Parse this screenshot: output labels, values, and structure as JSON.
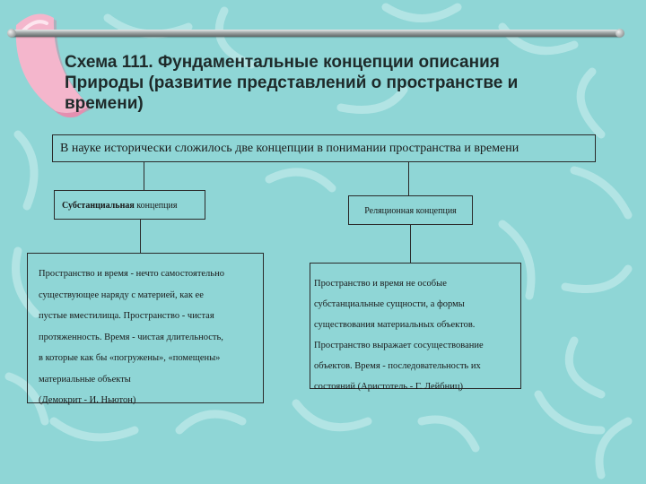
{
  "slide": {
    "title_lines": [
      "Схема 111. Фундаментальные концепции описания",
      "Природы (развитие представлений о пространстве и",
      "времени)"
    ],
    "top_box": "В науке исторически сложилось две концепции в понимании пространства и времени",
    "substantial": {
      "bold": "Субстанциальная",
      "rest": " концепция"
    },
    "relational": "Реляционная концепция",
    "left_lines": [
      "Пространство и время - нечто самостоятельно",
      "существующее наряду с материей, как ее",
      "пустые вместилища. Пространство - чистая",
      "протяженность. Время - чистая длительность,",
      "в которые как бы «погружены», «помещены»",
      "материальные объекты",
      "(Демокрит - И. Ньютон)"
    ],
    "right_lines": [
      "Пространство и время не особые",
      "субстанциальные сущности, а формы",
      "существования материальных объектов.",
      "Пространство выражает сосуществование",
      "объектов. Время - последовательность их",
      "состояний (Аристотель - Г. Лейбниц)"
    ]
  },
  "colors": {
    "background": "#8fd6d6",
    "boomerang_light": "#b8e8e8",
    "logo_pink": "#f4b6cc"
  }
}
